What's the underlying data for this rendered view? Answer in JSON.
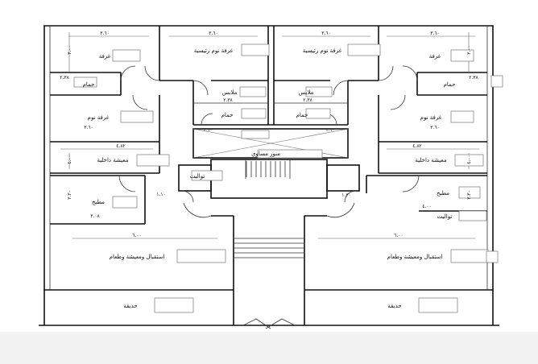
{
  "rooms": {
    "bedroom_left": "غرفة",
    "master_bedroom_left": "غرفة نوم رئيسية",
    "master_bedroom_right": "غرفة نوم رئيسية",
    "bedroom_right": "غرفة",
    "bath_left": "حمام",
    "bath_right": "حمام",
    "clothes_left": "ملابس",
    "clothes_right": "ملابس",
    "bath_center_left": "حمام",
    "bath_center_right": "حمام",
    "sleep_room_left": "غرفة نوم",
    "sleep_room_right": "غرفة نوم",
    "lightwell": "منور مساوي",
    "living_left": "معيشة داخلية",
    "living_right": "معيشة داخلية",
    "toilet_left": "تواليت",
    "toilet_right": "تواليت",
    "kitchen_left": "مطبخ",
    "kitchen_right": "مطبخ",
    "reception_left": "استقبال ومعيشة وطعام",
    "reception_right": "استقبال ومعيشة وطعام",
    "garden_left": "حديقة",
    "garden_right": "حديقة"
  },
  "dims": {
    "top_1": "٣.٦٠",
    "top_2": "٣.٦٠",
    "top_3": "٣.٦٠",
    "top_4": "٣.٦٠",
    "bath_l": "٢.٣٨",
    "bath_r": "٢.٣٨",
    "clothes_l": "٢.٣٨",
    "clothes_r": "٢.٣٨",
    "sleep_l": "٣.٦٠",
    "sleep_r": "٣.٦٠",
    "hall_l": "١.١٠",
    "hall_r": "١.١٠",
    "living_l": "٤.٨٢",
    "living_r": "٤.٨٢",
    "lobby_l": "١.١٠",
    "lobby_r": "١.٣٠",
    "kitchen_l": "٣.٠٨",
    "kitchen_r": "٤.٠٠",
    "recep_l": "٦.٠٠",
    "recep_r": "٦.٠٠",
    "bed_h_l": "٣.٠٠",
    "bed_h_r": "٣.٠٠",
    "liv_h_l": "٤.٠٠",
    "liv_h_r": "٤.٠٠",
    "kit_h_l": "٣.٣٠",
    "kit_h_r": "٣.٣٠"
  }
}
